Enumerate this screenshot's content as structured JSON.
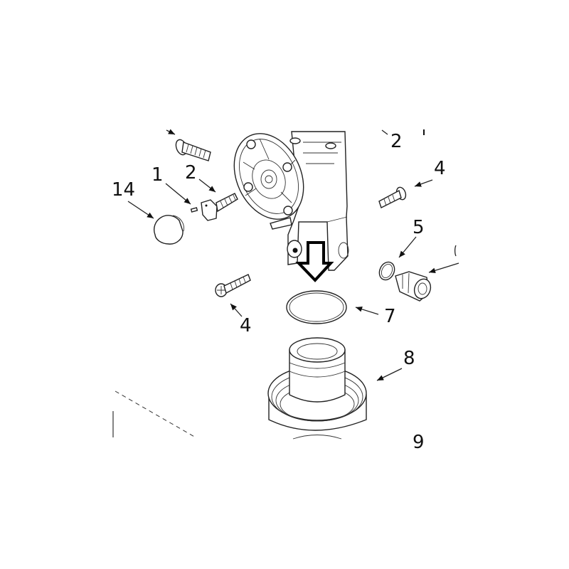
{
  "diagram": {
    "labels": {
      "part_14": "14",
      "part_1": "1",
      "part_2_left": "2",
      "part_2_top": "2",
      "part_4_right": "4",
      "part_4_left": "4",
      "part_5": "5",
      "part_7": "7",
      "part_8": "8",
      "part_9": "9"
    },
    "highlight_arrow_color": "#000000",
    "line_color": "#222222"
  }
}
